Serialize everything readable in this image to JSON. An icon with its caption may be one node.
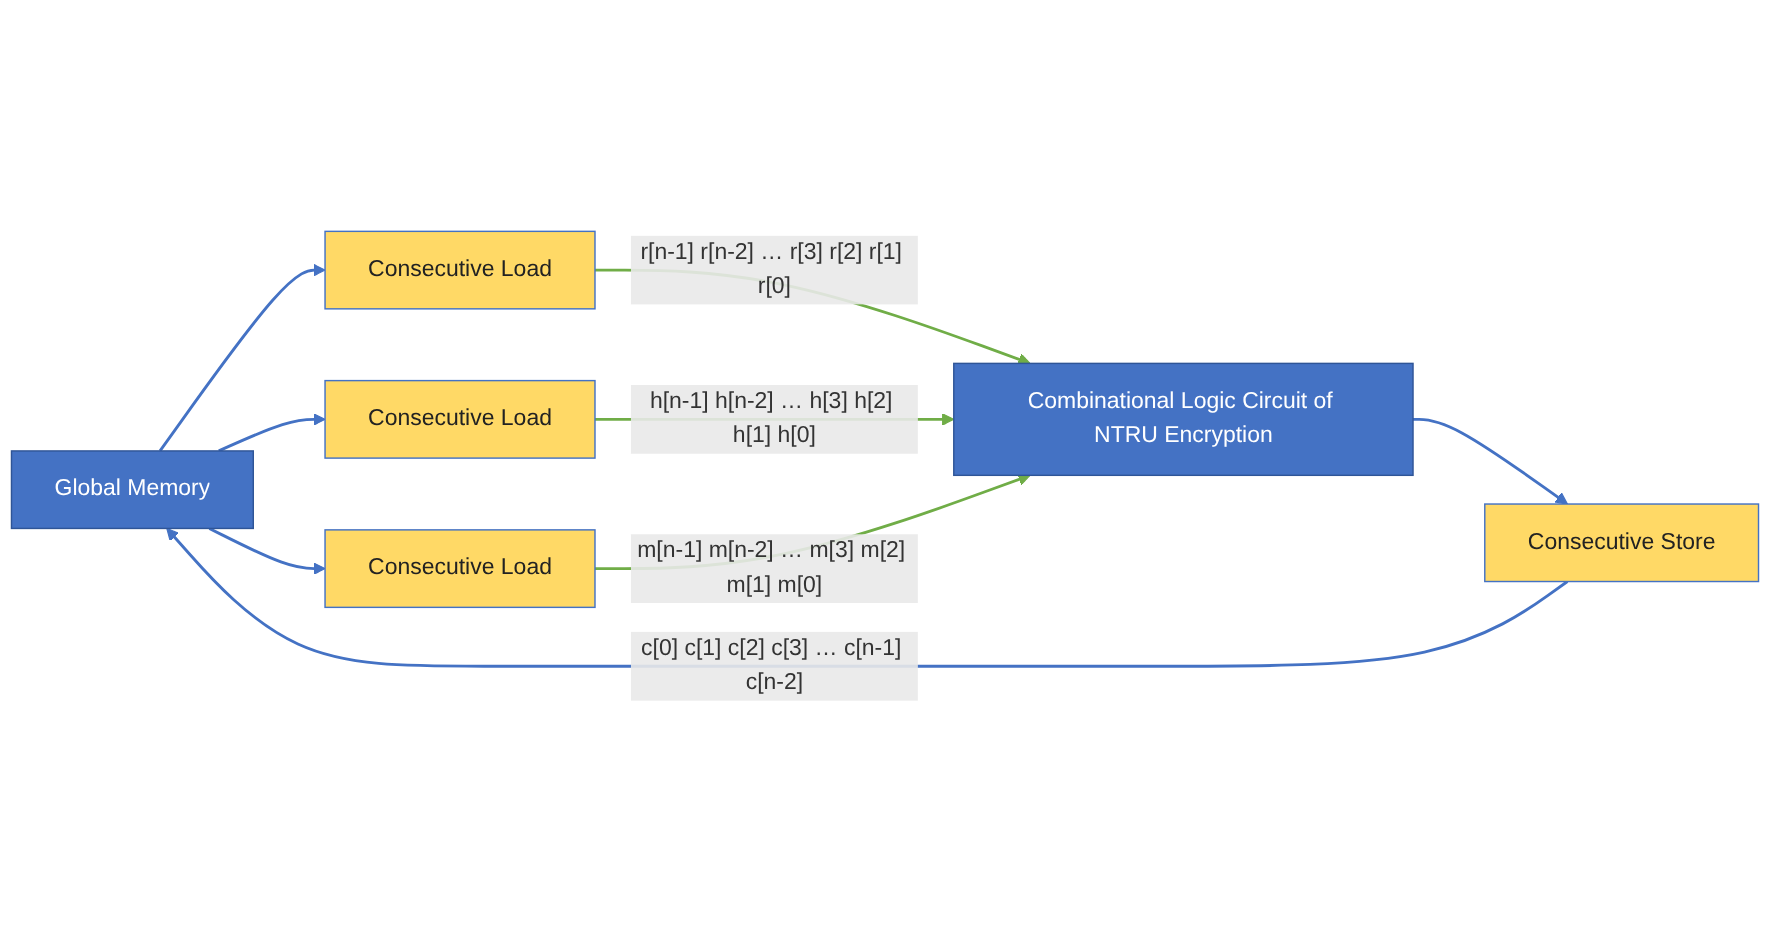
{
  "diagram": {
    "nodes": [
      {
        "text": [
          "Global Memory"
        ]
      },
      {
        "text": [
          "Consecutive Load"
        ]
      },
      {
        "text": [
          "Consecutive Load"
        ]
      },
      {
        "text": [
          "Consecutive Load"
        ]
      },
      {
        "text": [
          "Combinational Logic Circuit of NTRU Encryption"
        ]
      },
      {
        "text": [
          "Consecutive Store"
        ]
      }
    ],
    "edges": [
      {
        "from": 0,
        "to": 1,
        "arrow": "to",
        "color": "#4472c4"
      },
      {
        "from": 1,
        "to": 4,
        "arrow": "to",
        "color": "#70ad47",
        "label": "r[n-1] r[n-2] … r[3] r[2] r[1] r[0]"
      },
      {
        "from": 0,
        "to": 2,
        "arrow": "to",
        "color": "#4472c4"
      },
      {
        "from": 2,
        "to": 4,
        "arrow": "to",
        "color": "#70ad47",
        "label": "h[n-1] h[n-2] … h[3] h[2] h[1] h[0]"
      },
      {
        "from": 0,
        "to": 3,
        "arrow": "to",
        "color": "#4472c4"
      },
      {
        "from": 3,
        "to": 4,
        "arrow": "to",
        "color": "#70ad47",
        "label": "m[n-1] m[n-2] … m[3] m[2] m[1] m[0]"
      },
      {
        "from": 4,
        "to": 5,
        "arrow": "to",
        "color": "#4472c4"
      },
      {
        "from": 5,
        "to": 0,
        "arrow": "to",
        "color": "#4472c4",
        "label": "c[0] c[1] c[2] c[3] … c[n-1] c[n-2]"
      }
    ]
  }
}
